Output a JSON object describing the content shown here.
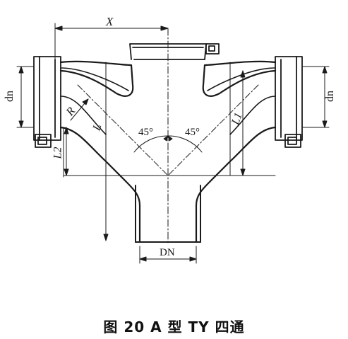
{
  "labels": {
    "x": "X",
    "dn_left": "dn",
    "dn_right": "dn",
    "l2": "L2",
    "r": "R",
    "l": "L",
    "angle_left": "45°",
    "angle_right": "45°",
    "l1": "L1",
    "dn_bottom": "DN"
  },
  "caption": "图 20   A 型 TY 四通",
  "colors": {
    "line": "#1a1a1a",
    "background": "#ffffff"
  }
}
